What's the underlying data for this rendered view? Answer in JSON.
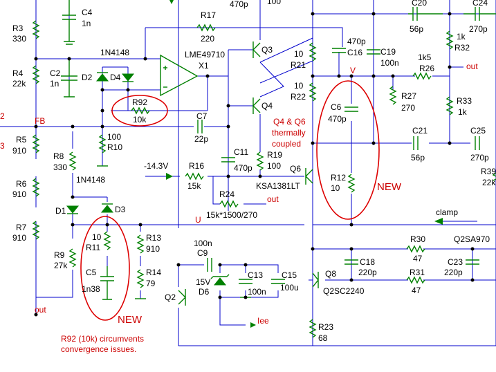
{
  "components": {
    "R3": {
      "ref": "R3",
      "value": "330"
    },
    "C4": {
      "ref": "C4",
      "value": "1n"
    },
    "R17": {
      "ref": "R17",
      "value": "220"
    },
    "C20": {
      "ref": "C20",
      "value": "56p"
    },
    "C24": {
      "ref": "C24",
      "value": "270p"
    },
    "R32": {
      "ref": "R32",
      "value": "1k"
    },
    "D_top": {
      "value": "1N4148"
    },
    "U1": {
      "part": "LME49710",
      "ref": "X1"
    },
    "Q3": {
      "ref": "Q3"
    },
    "C16": {
      "ref": "C16",
      "value": "470p"
    },
    "C19": {
      "ref": "C19",
      "value": "100n"
    },
    "R26": {
      "ref": "R26",
      "value": "1k5"
    },
    "R4": {
      "ref": "R4",
      "value": "22k"
    },
    "C2": {
      "ref": "C2",
      "value": "1n"
    },
    "D2": {
      "ref": "D2"
    },
    "D4": {
      "ref": "D4"
    },
    "R21": {
      "ref": "R21",
      "value": "10"
    },
    "R22": {
      "ref": "R22",
      "value": "10"
    },
    "R27": {
      "ref": "R27",
      "value": "270"
    },
    "R33": {
      "ref": "R33",
      "value": "1k"
    },
    "R92": {
      "ref": "R92",
      "value": "10k"
    },
    "Q4": {
      "ref": "Q4"
    },
    "C6": {
      "ref": "C6",
      "value": "470p"
    },
    "C7": {
      "ref": "C7",
      "value": "22p"
    },
    "R5": {
      "ref": "R5",
      "value": "910"
    },
    "R10": {
      "ref": "R10",
      "value": "100"
    },
    "C21": {
      "ref": "C21",
      "value": "56p"
    },
    "C25": {
      "ref": "C25",
      "value": "270p"
    },
    "R8": {
      "ref": "R8",
      "value": "330"
    },
    "C11": {
      "ref": "C11",
      "value": "470p"
    },
    "R19": {
      "ref": "R19",
      "value": "100"
    },
    "R16": {
      "ref": "R16",
      "value": "15k"
    },
    "Q6": {
      "ref": "Q6",
      "part": "KSA1381LT"
    },
    "R12": {
      "ref": "R12",
      "value": "10"
    },
    "R6": {
      "ref": "R6",
      "value": "910"
    },
    "D_bot": {
      "value": "1N4148"
    },
    "R24": {
      "ref": "R24",
      "value": "15k*1500/270"
    },
    "D1": {
      "ref": "D1"
    },
    "D3": {
      "ref": "D3"
    },
    "R7": {
      "ref": "R7",
      "value": "910"
    },
    "R11": {
      "ref": "R11",
      "value": "10"
    },
    "R13": {
      "ref": "R13",
      "value": "910"
    },
    "R30": {
      "ref": "R30",
      "value": "47"
    },
    "Q8": {
      "ref": "Q8",
      "part": "Q2SC2240"
    },
    "C9": {
      "ref": "C9",
      "value": "100n"
    },
    "R9": {
      "ref": "R9",
      "value": "27k"
    },
    "C5": {
      "ref": "C5",
      "value": "1n38"
    },
    "R14": {
      "ref": "R14",
      "value": "79"
    },
    "D6": {
      "ref": "D6",
      "value": "15V"
    },
    "C13": {
      "ref": "C13",
      "value": "100n"
    },
    "C15": {
      "ref": "C15",
      "value": "100u"
    },
    "C18": {
      "ref": "C18",
      "value": "220p"
    },
    "C23": {
      "ref": "C23",
      "value": "220p"
    },
    "R31": {
      "ref": "R31",
      "value": "47"
    },
    "Q2": {
      "ref": "Q2"
    },
    "R23": {
      "ref": "R23",
      "value": "68"
    },
    "Q2SA970": {
      "part": "Q2SA970"
    },
    "R39": {
      "ref": "R39",
      "value": "22k"
    }
  },
  "nets": {
    "fb": "FB",
    "v": "V",
    "u": "U",
    "out_top": "out",
    "out_r24": "out",
    "out_left": "out",
    "clamp": "clamp",
    "iee": "Iee",
    "vneg": "-14.3V",
    "top_clip": "100",
    "top_clip2": "470p",
    "left_2": "2",
    "left_3": "3"
  },
  "notes": {
    "thermal": [
      "Q4 & Q6",
      "thermally",
      "coupled"
    ],
    "new1": "NEW",
    "new2": "NEW",
    "r92_note": [
      "R92 (10k) circumvents",
      "convergence issues."
    ]
  },
  "colors": {
    "wire": "#0000cc",
    "component": "#008000",
    "annotation": "#cc0000",
    "text": "#000000"
  }
}
